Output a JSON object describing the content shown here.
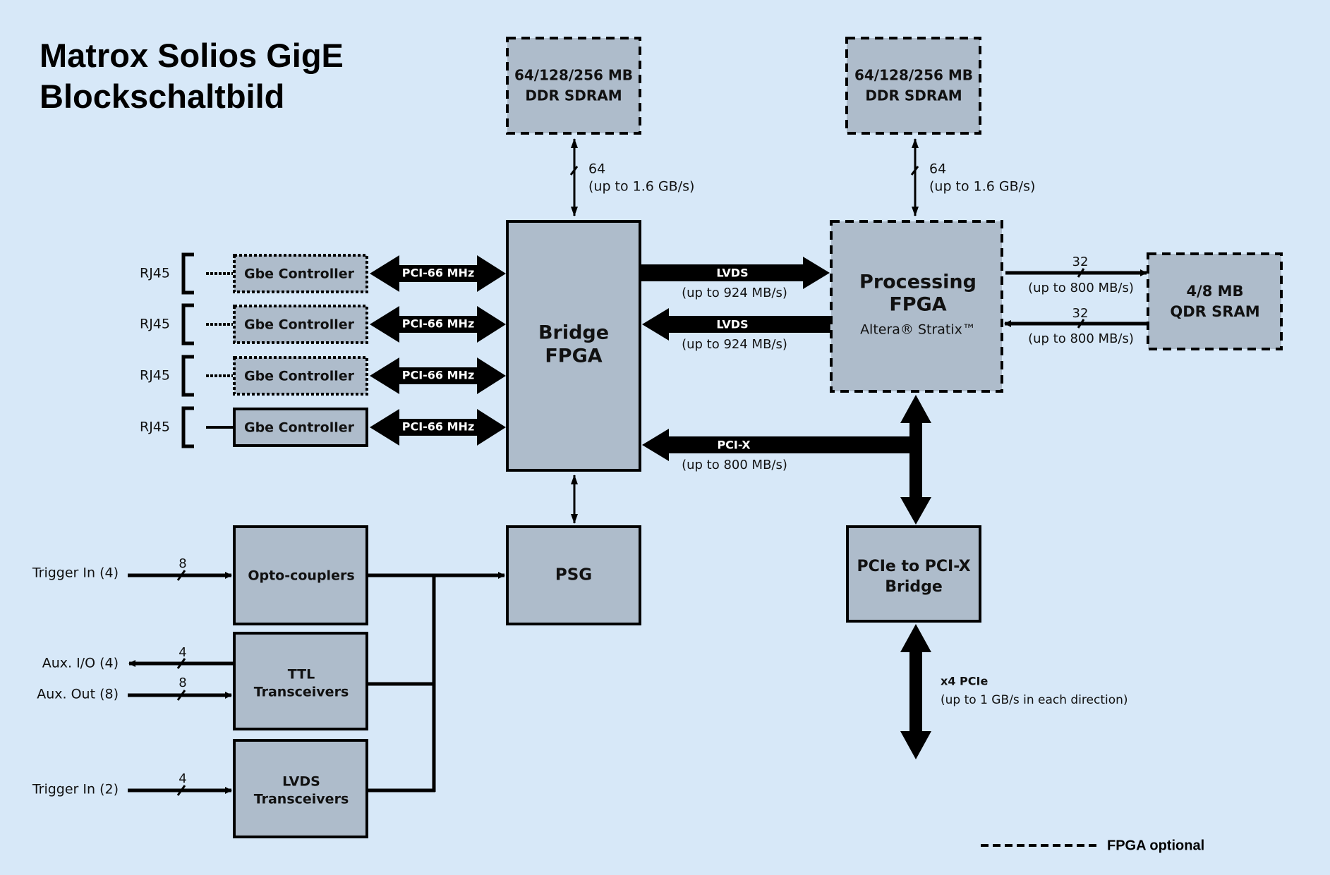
{
  "title": {
    "line1": "Matrox Solios GigE",
    "line2": "Blockschaltbild"
  },
  "blocks": {
    "ddr_left": {
      "line1": "64/128/256 MB",
      "line2": "DDR SDRAM",
      "optional": true
    },
    "ddr_right": {
      "line1": "64/128/256 MB",
      "line2": "DDR SDRAM",
      "optional": true
    },
    "bridge_fpga": {
      "line1": "Bridge",
      "line2": "FPGA"
    },
    "processing_fpga": {
      "line1": "Processing",
      "line2": "FPGA",
      "sub": "Altera® Stratix™",
      "optional": true
    },
    "qdr_sram": {
      "line1": "4/8 MB",
      "line2": "QDR SRAM",
      "optional": true
    },
    "psg": {
      "label": "PSG"
    },
    "pcie_bridge": {
      "line1": "PCIe to PCI-X",
      "line2": "Bridge"
    },
    "opto": {
      "label": "Opto-couplers"
    },
    "ttl": {
      "line1": "TTL",
      "line2": "Transceivers"
    },
    "lvds_tx": {
      "line1": "LVDS",
      "line2": "Transceivers"
    }
  },
  "gbe": [
    {
      "port": "RJ45",
      "label": "Gbe Controller",
      "bus": "PCI-66 MHz",
      "optional": true
    },
    {
      "port": "RJ45",
      "label": "Gbe Controller",
      "bus": "PCI-66 MHz",
      "optional": true
    },
    {
      "port": "RJ45",
      "label": "Gbe Controller",
      "bus": "PCI-66 MHz",
      "optional": true
    },
    {
      "port": "RJ45",
      "label": "Gbe Controller",
      "bus": "PCI-66 MHz",
      "optional": false
    }
  ],
  "links": {
    "ddr_left": {
      "width": "64",
      "rate": "(up to 1.6 GB/s)"
    },
    "ddr_right": {
      "width": "64",
      "rate": "(up to 1.6 GB/s)"
    },
    "lvds_out": {
      "name": "LVDS",
      "rate": "(up to 924 MB/s)"
    },
    "lvds_in": {
      "name": "LVDS",
      "rate": "(up to 924 MB/s)"
    },
    "pcix": {
      "name": "PCI-X",
      "rate": "(up to 800 MB/s)"
    },
    "qdr_out": {
      "width": "32",
      "rate": "(up to 800 MB/s)"
    },
    "qdr_in": {
      "width": "32",
      "rate": "(up to 800 MB/s)"
    },
    "pcie": {
      "name": "x4 PCIe",
      "rate": "(up to 1 GB/s in each direction)"
    }
  },
  "io": [
    {
      "label": "Trigger In (4)",
      "width": "8"
    },
    {
      "label": "Aux. I/O (4)",
      "width": "4"
    },
    {
      "label": "Aux. Out (8)",
      "width": "8"
    },
    {
      "label": "Trigger In (2)",
      "width": "4"
    }
  ],
  "legend": {
    "label": "FPGA optional"
  }
}
